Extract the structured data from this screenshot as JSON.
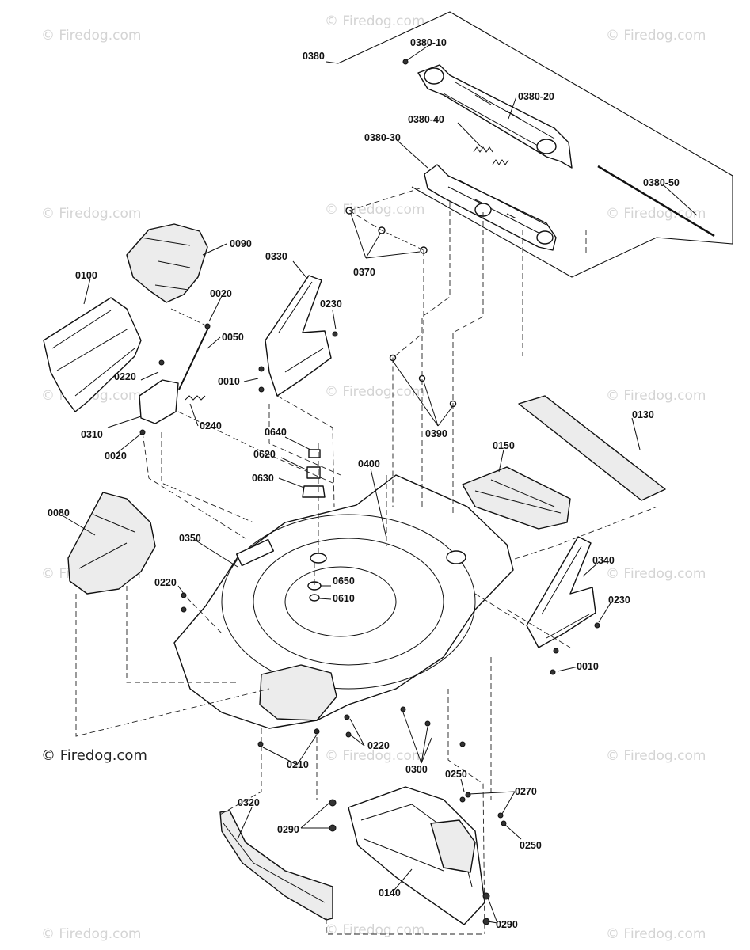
{
  "watermark": {
    "text": "© Firedog.com"
  },
  "callouts": {
    "c0380": "0380",
    "c0380_10": "0380-10",
    "c0380_20": "0380-20",
    "c0380_40": "0380-40",
    "c0380_30": "0380-30",
    "c0380_50": "0380-50",
    "c0370": "0370",
    "c0090": "0090",
    "c0100": "0100",
    "c0020a": "0020",
    "c0050": "0050",
    "c0220a": "0220",
    "c0240": "0240",
    "c0310": "0310",
    "c0020b": "0020",
    "c0330": "0330",
    "c0230a": "0230",
    "c0010a": "0010",
    "c0390": "0390",
    "c0130": "0130",
    "c0150": "0150",
    "c0640": "0640",
    "c0620": "0620",
    "c0630": "0630",
    "c0400": "0400",
    "c0080": "0080",
    "c0350": "0350",
    "c0650": "0650",
    "c0610": "0610",
    "c0220b": "0220",
    "c0340": "0340",
    "c0230b": "0230",
    "c0010b": "0010",
    "c0220c": "0220",
    "c0210": "0210",
    "c0300": "0300",
    "c0250a": "0250",
    "c0270": "0270",
    "c0320": "0320",
    "c0290a": "0290",
    "c0250b": "0250",
    "c0140": "0140",
    "c0290b": "0290"
  },
  "icons": {
    "deck": "mower-deck-drawing",
    "handle": "handle-bracket-drawing",
    "chute": "discharge-chute-drawing"
  }
}
